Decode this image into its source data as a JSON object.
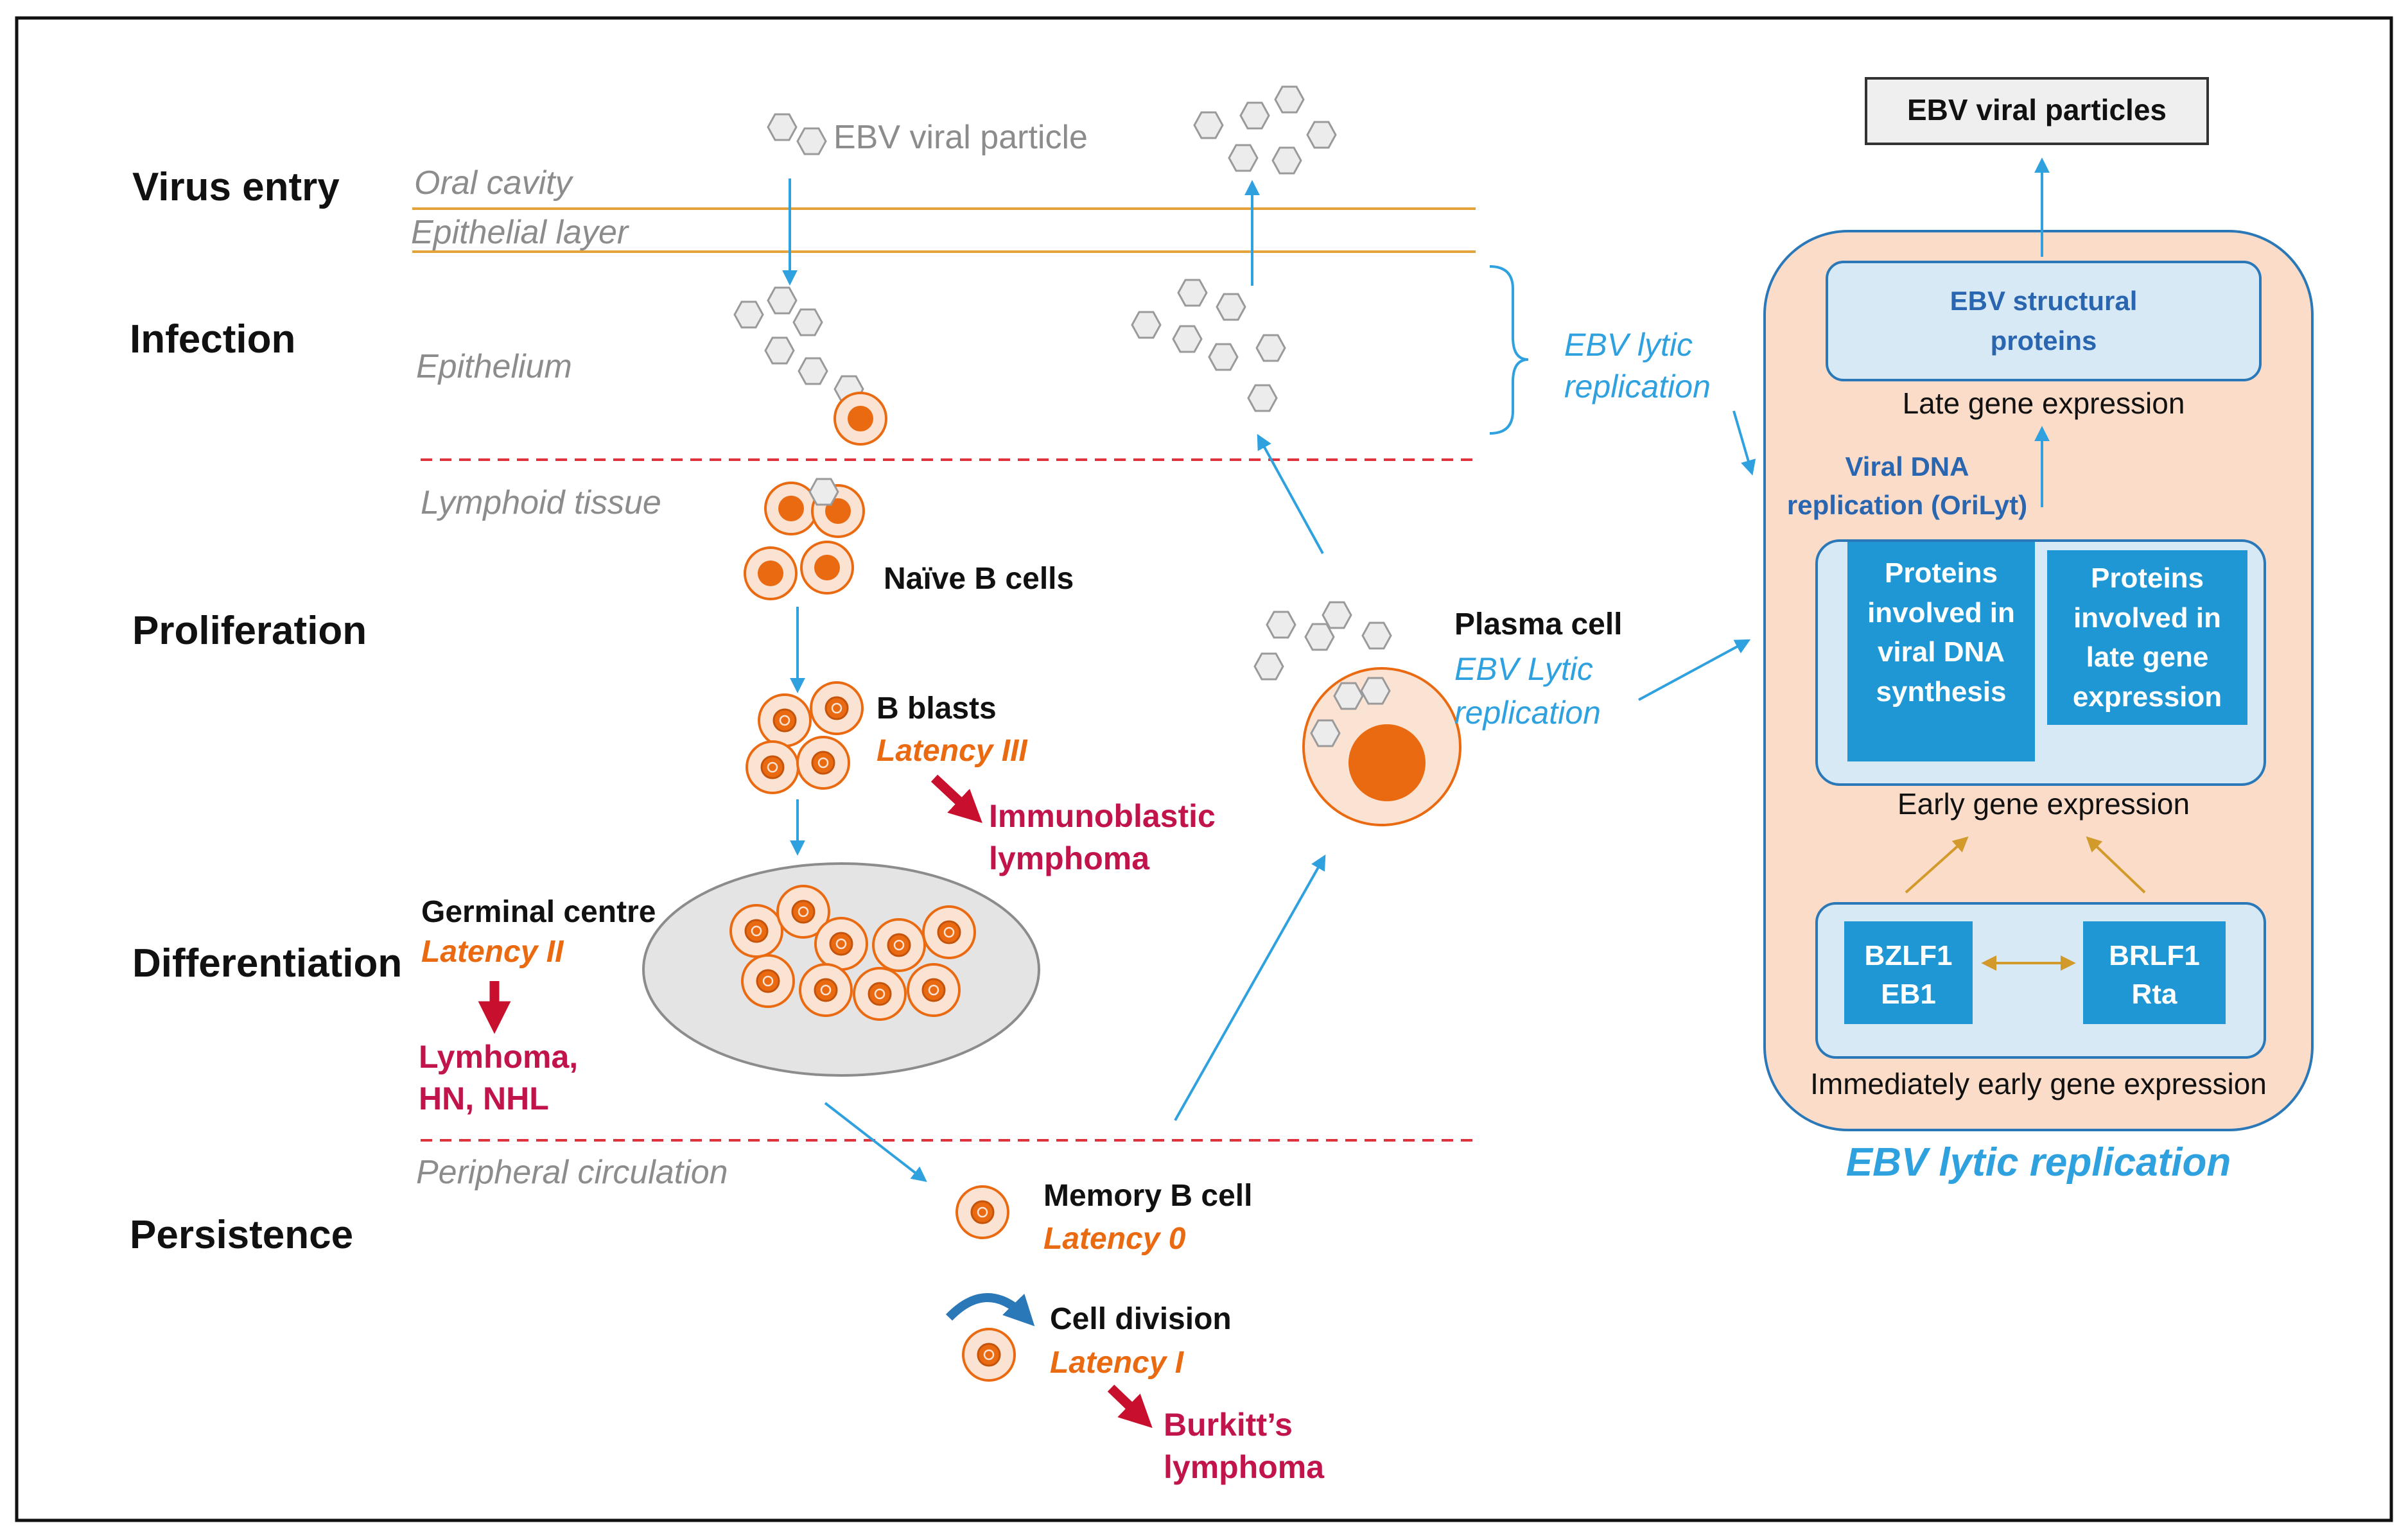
{
  "stages": {
    "virus_entry": "Virus entry",
    "infection": "Infection",
    "proliferation": "Proliferation",
    "differentiation": "Differentiation",
    "persistence": "Persistence"
  },
  "tissues": {
    "oral_cavity": "Oral cavity",
    "epithelial_layer": "Epithelial layer",
    "epithelium": "Epithelium",
    "lymphoid_tissue": "Lymphoid tissue",
    "peripheral_circulation": "Peripheral circulation"
  },
  "labels": {
    "ebv_viral_particle": "EBV viral particle",
    "naive_b_cells": "Naïve B cells",
    "b_blasts": "B blasts",
    "latency_iii": "Latency III",
    "immunoblastic_lymphoma_1": "Immunoblastic",
    "immunoblastic_lymphoma_2": "lymphoma",
    "germinal_centre": "Germinal centre",
    "latency_ii": "Latency II",
    "lymhoma_1": "Lymhoma,",
    "lymhoma_2": "HN, NHL",
    "memory_b_cell": "Memory B cell",
    "latency_0": "Latency 0",
    "cell_division": "Cell division",
    "latency_i": "Latency I",
    "burkitt_1": "Burkitt’s",
    "burkitt_2": "lymphoma",
    "plasma_cell": "Plasma cell",
    "ebv_lytic_replication_plasma_1": "EBV Lytic",
    "ebv_lytic_replication_plasma_2": "replication",
    "ebv_lytic_replication_bracket_1": "EBV lytic",
    "ebv_lytic_replication_bracket_2": "replication"
  },
  "lytic_panel": {
    "output": "EBV viral particles",
    "structural_1": "EBV structural",
    "structural_2": "proteins",
    "late_expr": "Late gene expression",
    "viral_dna_1": "Viral DNA",
    "viral_dna_2": "replication  (OriLyt)",
    "proteins_viral_dna": "Proteins involved in viral DNA synthesis",
    "proteins_late_gene": "Proteins involved in late gene expression",
    "early_expr": "Early gene expression",
    "bzlf1_1": "BZLF1",
    "bzlf1_2": "EB1",
    "brlf1_1": "BRLF1",
    "brlf1_2": "Rta",
    "immediate_expr": "Immediately early gene expression",
    "title": "EBV lytic replication"
  },
  "colors": {
    "cell_orange": "#ea6a12",
    "cell_fill": "#fbe3d3",
    "arrow_blue": "#2fa1df",
    "arrow_gold": "#d29a2a",
    "arrow_red": "#c8102e",
    "panel_fill": "#fbdcc8",
    "box_light": "#d8e9f6",
    "box_blue": "#1f97d4",
    "boundary_line": "#e3a33a",
    "dash_red": "#e0323c"
  }
}
